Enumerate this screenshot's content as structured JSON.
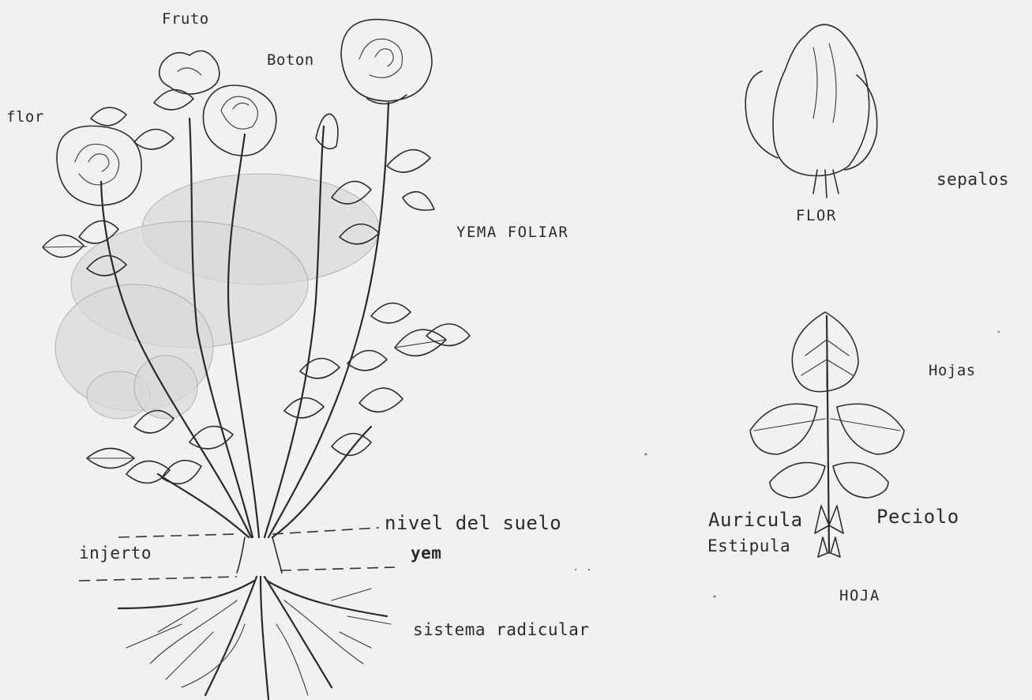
{
  "labels": {
    "fruto": "Fruto",
    "boton": "Boton",
    "flor": "flor",
    "yema_foliar": "YEMA FOLIAR",
    "nivel_del_suelo": "nivel del suelo",
    "injerto": "injerto",
    "yem": "yem",
    "sistema_radicular": "sistema radicular",
    "sepalos": "sepalos",
    "flor_caption": "FLOR",
    "hojas": "Hojas",
    "auricula": "Auricula",
    "estipula": "Estipula",
    "peciolo": "Peciolo",
    "hoja_caption": "HOJA"
  },
  "colors": {
    "background": "#f1f1ef",
    "ink": "#2d2d2d",
    "shade": "#d9d9d9"
  }
}
